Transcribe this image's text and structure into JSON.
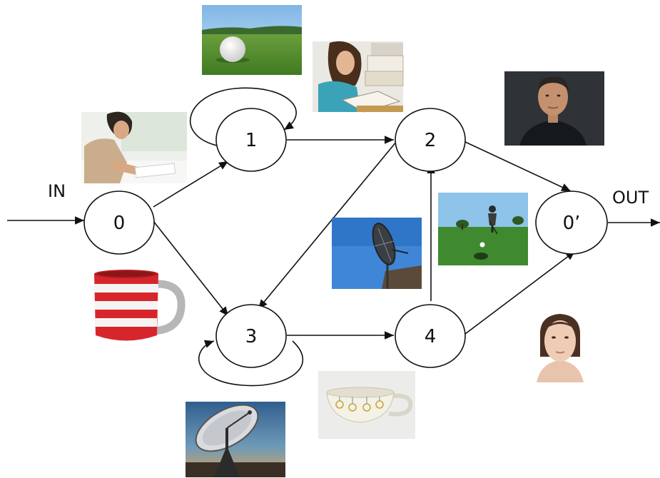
{
  "diagram": {
    "in_label": "IN",
    "out_label": "OUT",
    "nodes": [
      {
        "id": "n0",
        "label": "0"
      },
      {
        "id": "n1",
        "label": "1"
      },
      {
        "id": "n2",
        "label": "2"
      },
      {
        "id": "n3",
        "label": "3"
      },
      {
        "id": "n4",
        "label": "4"
      },
      {
        "id": "nout",
        "label": "0’"
      }
    ],
    "edges": [
      {
        "from": "IN",
        "to": "0"
      },
      {
        "from": "0",
        "to": "1"
      },
      {
        "from": "0",
        "to": "3"
      },
      {
        "from": "1",
        "to": "1"
      },
      {
        "from": "1",
        "to": "2"
      },
      {
        "from": "2",
        "to": "3"
      },
      {
        "from": "2",
        "to": "0’"
      },
      {
        "from": "3",
        "to": "3"
      },
      {
        "from": "3",
        "to": "4"
      },
      {
        "from": "4",
        "to": "2"
      },
      {
        "from": "4",
        "to": "0’"
      },
      {
        "from": "0’",
        "to": "OUT"
      }
    ]
  },
  "pictures": [
    {
      "name": "golf-ball-photo"
    },
    {
      "name": "student-writing-photo"
    },
    {
      "name": "woman-reading-photo"
    },
    {
      "name": "man-portrait-photo"
    },
    {
      "name": "red-striped-mug-photo"
    },
    {
      "name": "small-dish-antenna-photo"
    },
    {
      "name": "golfer-putting-photo"
    },
    {
      "name": "woman-face-photo"
    },
    {
      "name": "teacup-photo"
    },
    {
      "name": "radio-telescope-photo"
    }
  ]
}
